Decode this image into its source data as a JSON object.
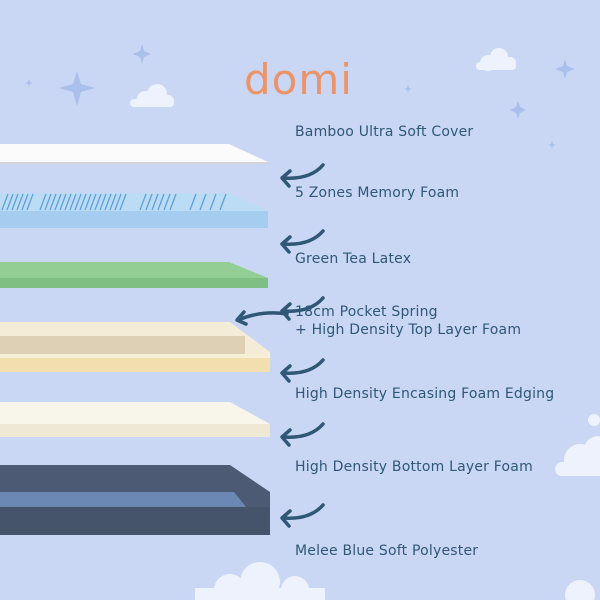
{
  "brand": {
    "logo_text": "domi",
    "color": "#ec9469"
  },
  "colors": {
    "background": "#c9d7f5",
    "text": "#2e5876"
  },
  "layers": [
    {
      "label": "Bamboo Ultra Soft Cover"
    },
    {
      "label": "5 Zones Memory Foam"
    },
    {
      "label": "Green Tea Latex"
    },
    {
      "label": "18cm Pocket Spring",
      "label2": "+ High Density Top Layer Foam"
    },
    {
      "label": "High Density Encasing Foam Edging"
    },
    {
      "label": "High Density Bottom Layer Foam"
    },
    {
      "label": "Melee Blue Soft Polyester"
    }
  ]
}
